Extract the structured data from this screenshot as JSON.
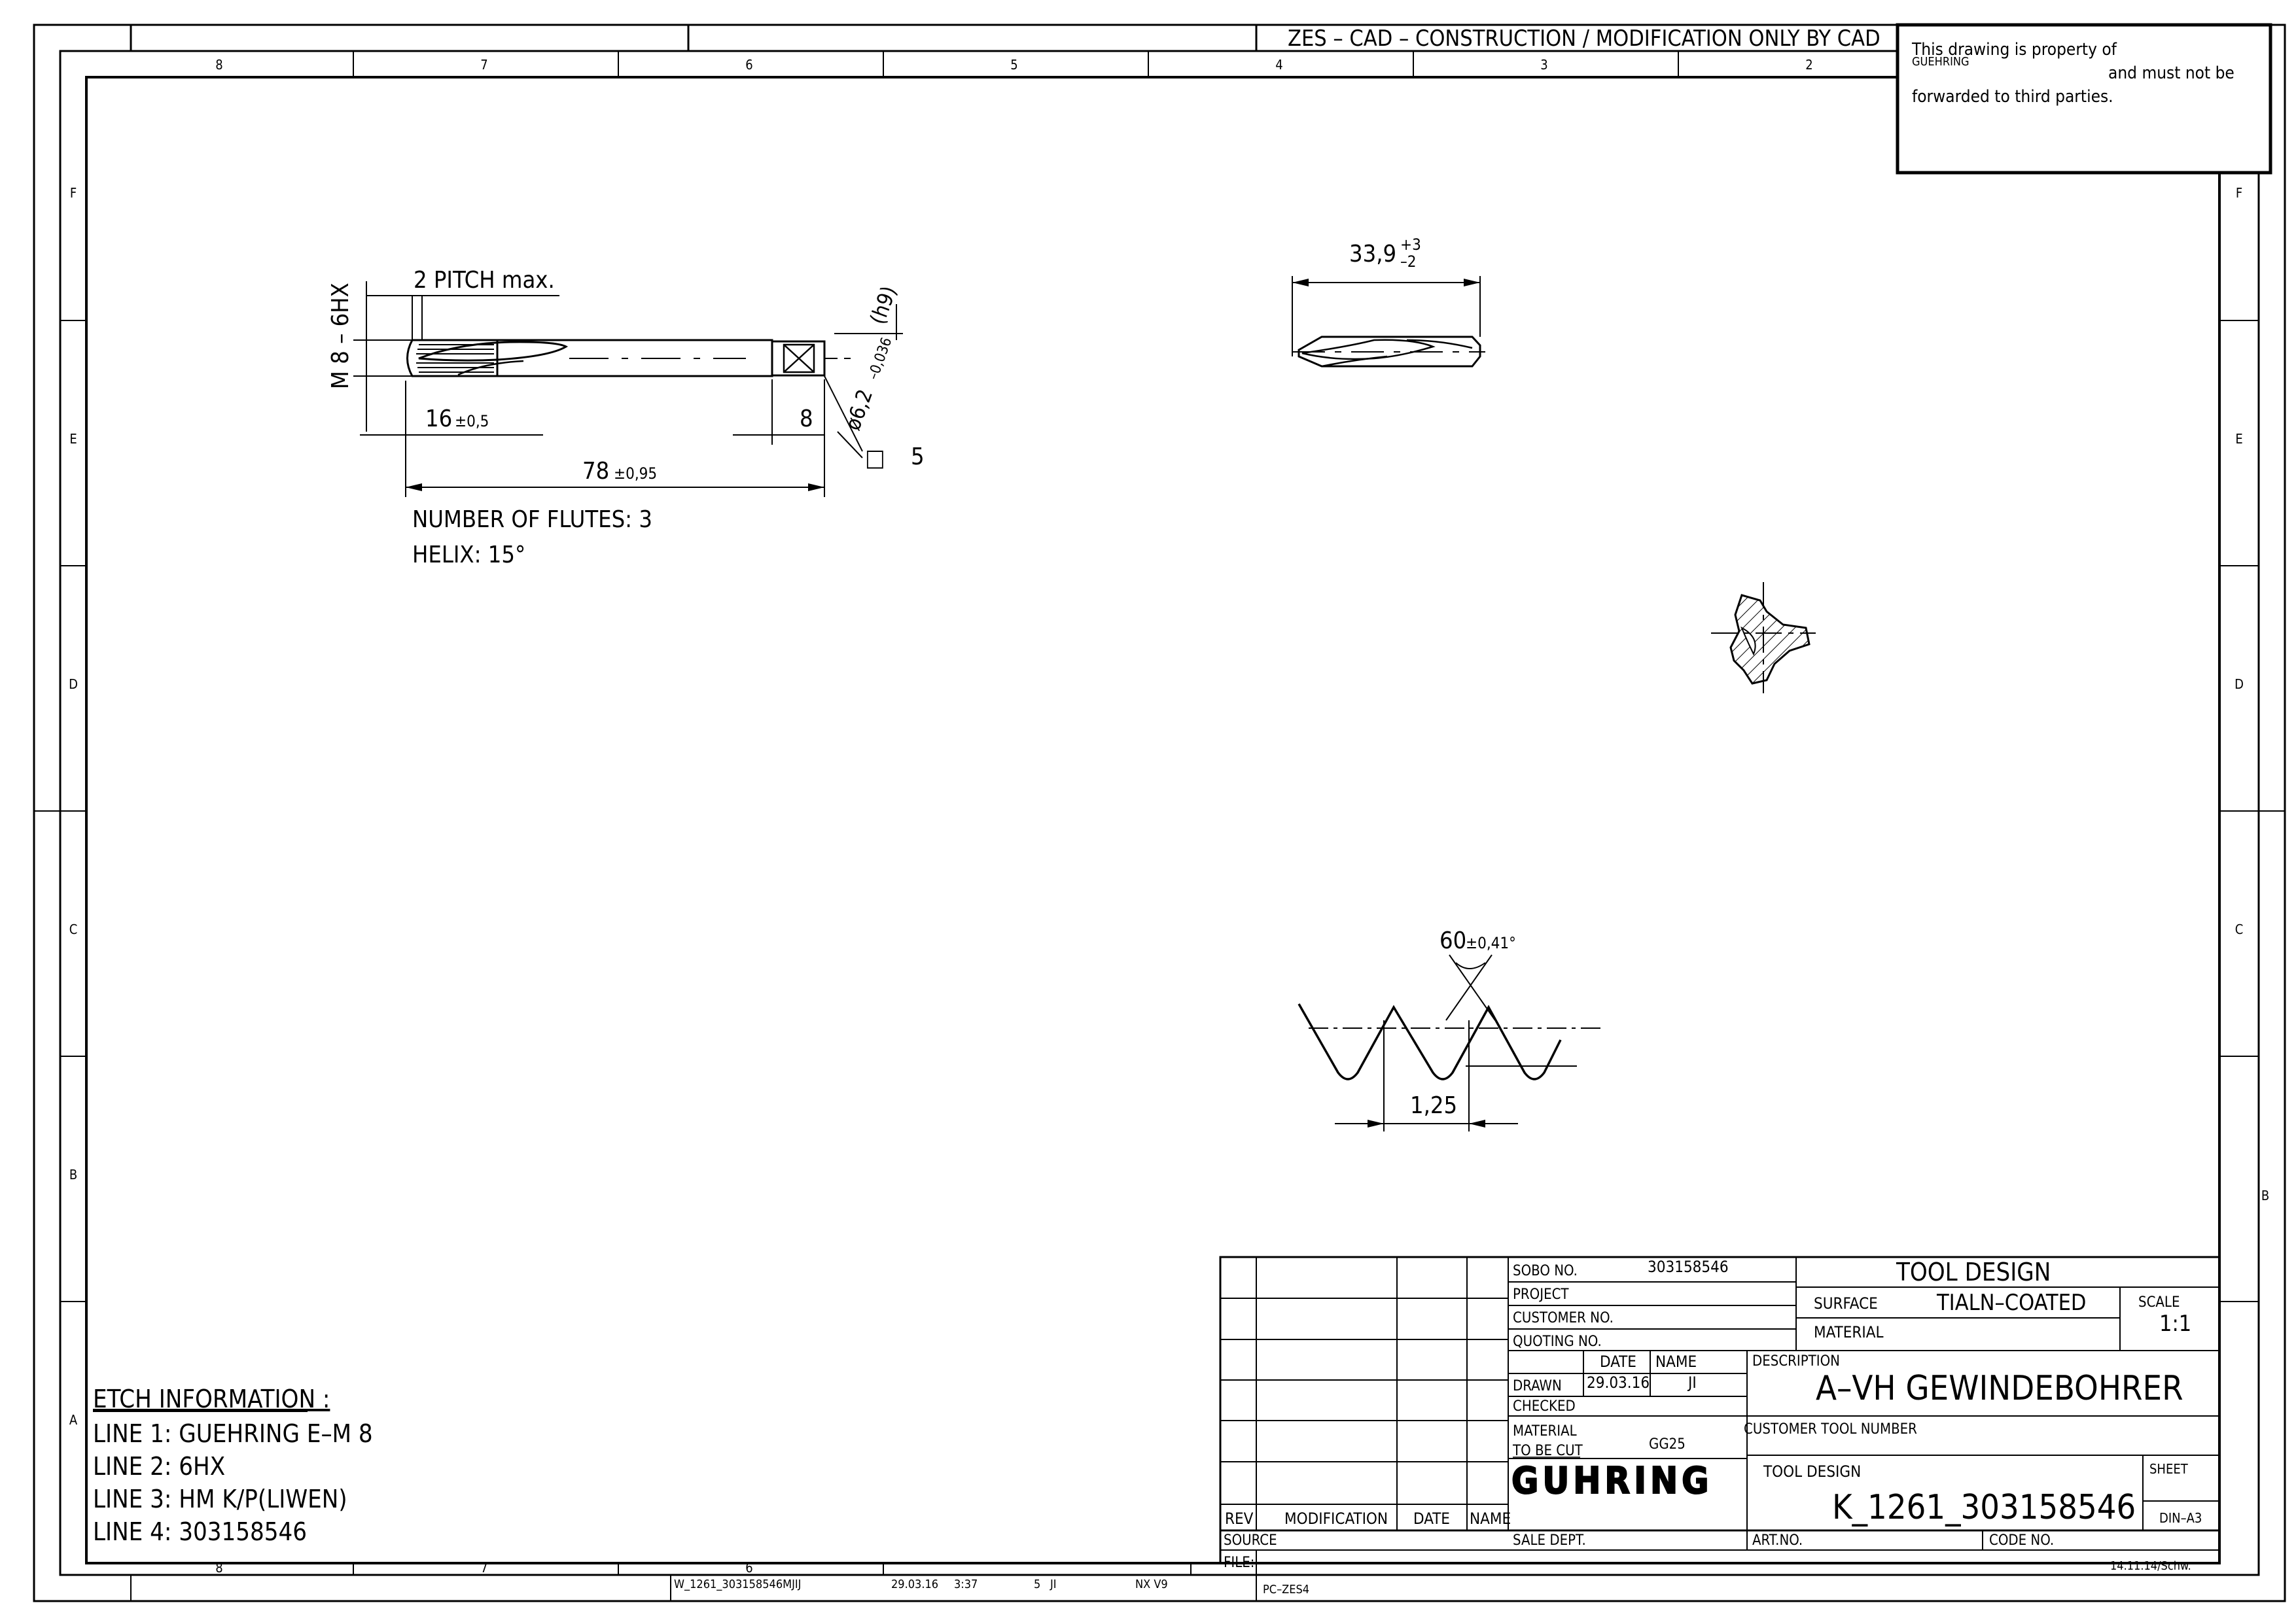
{
  "header": {
    "zes_banner": "ZES – CAD – CONSTRUCTION / MODIFICATION ONLY BY CAD",
    "property_notice_line1": "This drawing is property of",
    "property_notice_company": "GUEHRING",
    "property_notice_line2": "and must not be",
    "property_notice_line3": "forwarded to third parties."
  },
  "frame": {
    "columns_top": [
      "8",
      "7",
      "6",
      "5",
      "4",
      "3",
      "2"
    ],
    "columns_bottom": [
      "8",
      "7",
      "6"
    ],
    "rows": [
      "F",
      "E",
      "D",
      "C",
      "B",
      "A"
    ]
  },
  "side_view": {
    "thread": "M 8 – 6HX",
    "pitch_note": "2 PITCH max.",
    "thread_length": "16",
    "thread_length_tol": "±0,5",
    "square_length": "8",
    "total_length": "78",
    "total_length_tol": "±0,95",
    "shank_diameter": "ø6,2",
    "shank_tol": "–0,036",
    "shank_fit": "(h9)",
    "square_symbol": "□",
    "square_size": "5",
    "flutes": "NUMBER OF FLUTES: 3",
    "helix": "HELIX: 15°"
  },
  "end_view": {
    "length": "33,9",
    "tol_upper": "+3",
    "tol_lower": "–2"
  },
  "thread_profile": {
    "angle": "60",
    "angle_tol": "±0,41°",
    "pitch": "1,25"
  },
  "etch": {
    "title": "ETCH INFORMATION :",
    "lines": [
      "LINE 1:  GUEHRING E–M 8",
      "LINE 2:  6HX",
      "LINE 3:  HM K/P(LIWEN)",
      "LINE 4:  303158546"
    ]
  },
  "title_block": {
    "rev_header": [
      "REV",
      "MODIFICATION",
      "DATE",
      "NAME"
    ],
    "sobo_label": "SOBO NO.",
    "sobo_value": "303158546",
    "project_label": "PROJECT",
    "customer_no_label": "CUSTOMER NO.",
    "quoting_no_label": "QUOTING NO.",
    "date_col": "DATE",
    "name_col": "NAME",
    "drawn_label": "DRAWN",
    "drawn_date": "29.03.16",
    "drawn_name": "JI",
    "checked_label": "CHECKED",
    "material_cut_label_1": "MATERIAL",
    "material_cut_label_2": "TO BE CUT",
    "material_cut_value": "GG25",
    "logo": "GUHRING",
    "tool_design_title": "TOOL DESIGN",
    "surface_label": "SURFACE",
    "surface_value": "TIALN–COATED",
    "material_label": "MATERIAL",
    "scale_label": "SCALE",
    "scale_value": "1:1",
    "description_label": "DESCRIPTION",
    "description_value": "A–VH GEWINDEBOHRER",
    "customer_tool_label": "CUSTOMER TOOL NUMBER",
    "tool_design_label": "TOOL DESIGN",
    "tool_design_value": "K_1261_303158546",
    "sheet_label": "SHEET",
    "format_value": "DIN–A3",
    "source_label": "SOURCE",
    "sale_dept_label": "SALE DEPT.",
    "art_no_label": "ART.NO.",
    "code_no_label": "CODE NO.",
    "file_label": "FILE:",
    "template_version": "14.11.14/Schw."
  },
  "footer": {
    "file_name": "W_1261_303158546MJIJ",
    "plot_date": "29.03.16",
    "plot_time": "3:37",
    "plot_num": "5",
    "plot_user": "JI",
    "cad_system": "NX V9",
    "pc_name": "PC–ZES4"
  }
}
